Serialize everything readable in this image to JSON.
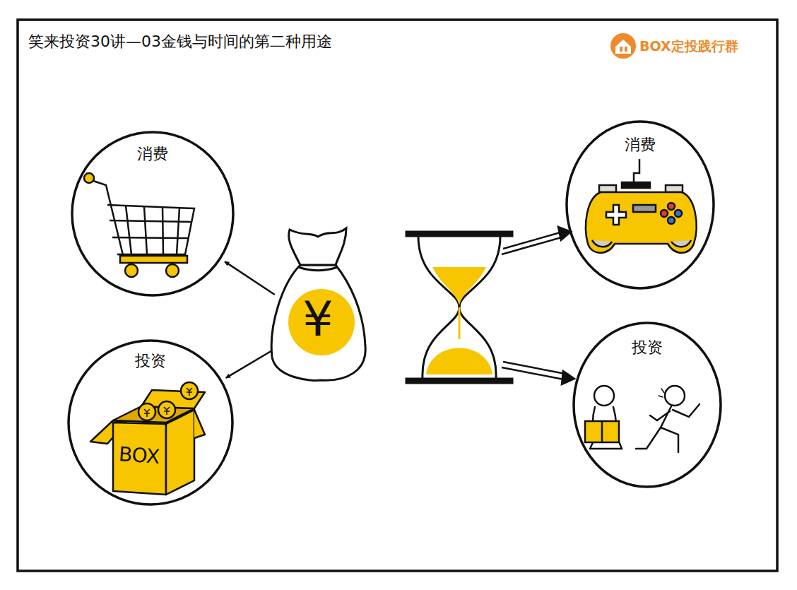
{
  "diagram": {
    "title": "笑来投资30讲—03金钱与时间的第二种用途",
    "nodes": [
      {
        "text": [
          "消费"
        ]
      },
      {
        "text": [
          "投资"
        ]
      },
      {
        "text": [
          "¥"
        ]
      },
      {
        "text": [
          "消费"
        ]
      },
      {
        "text": [
          "投资"
        ]
      }
    ],
    "edges": [
      {
        "from": 2,
        "to": 0,
        "arrow": "to"
      },
      {
        "from": 2,
        "to": 1,
        "arrow": "to"
      }
    ],
    "labels": [
      "BOX定投践行群",
      "BOX"
    ]
  }
}
